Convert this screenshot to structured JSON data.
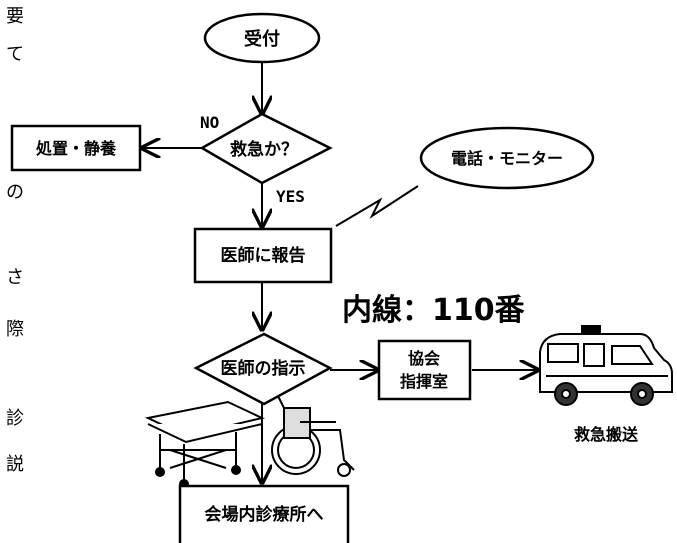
{
  "nodes": {
    "uketsuke": "受付",
    "kyukyuka": "救急か？",
    "shochi": "処置・静養",
    "denwa": "電話・モニター",
    "ishi_hokoku": "医師に報告",
    "ishi_shiji": "医師の指示",
    "kyokai_1": "協会",
    "kyokai_2": "指揮室",
    "kaijo": "会場内診療所へ"
  },
  "edges": {
    "no": "NO",
    "yes": "YES"
  },
  "naisen": "内線：110番",
  "kyukyu_hanso": "救急搬送",
  "margin_chars": [
    "要",
    "て",
    "の",
    "さ",
    "際",
    "診",
    "説"
  ]
}
